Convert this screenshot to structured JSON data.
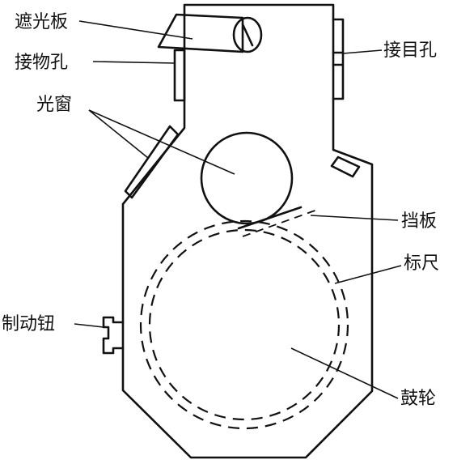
{
  "labels": {
    "shade": "遮光板",
    "objective_hole": "接物孔",
    "light_window": "光窗",
    "brake_knob": "制动钮",
    "eyepiece_hole": "接目孔",
    "baffle": "挡板",
    "scale": "标尺",
    "drum_wheel": "鼓轮"
  },
  "colors": {
    "ink": "#111111",
    "background": "#ffffff"
  }
}
